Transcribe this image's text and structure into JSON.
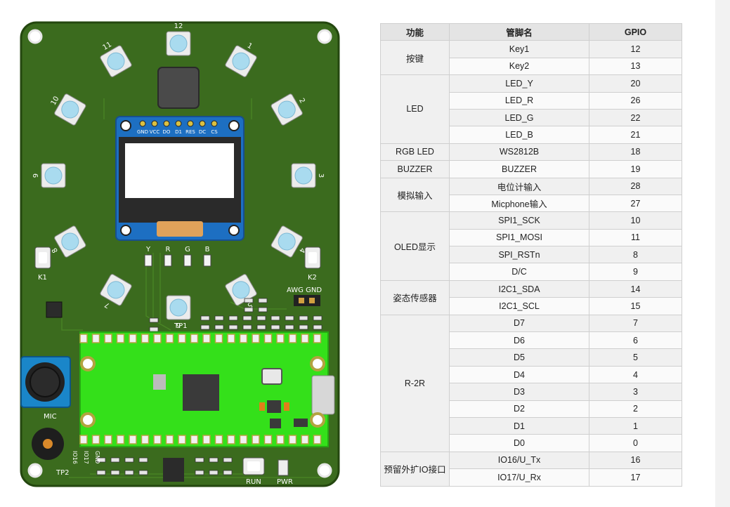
{
  "board": {
    "led_labels": [
      "12",
      "1",
      "2",
      "3",
      "4",
      "5",
      "6",
      "7",
      "8",
      "9",
      "10",
      "11"
    ],
    "oled_pins": [
      "GND",
      "VCC",
      "DO",
      "D1",
      "RES",
      "DC",
      "CS"
    ],
    "indicator_labels": [
      "Y",
      "R",
      "G",
      "B"
    ],
    "silkscreen": {
      "k1": "K1",
      "k2": "K2",
      "awg_gnd": "AWG GND",
      "tp1": "TP1",
      "mic": "MIC",
      "tp2": "TP2",
      "run": "RUN",
      "pwr": "PWR",
      "io16": "IO16",
      "io17": "IO17",
      "gnd": "GND"
    }
  },
  "table": {
    "headers": [
      "功能",
      "管脚名",
      "GPIO"
    ],
    "rows": [
      {
        "func": "按键",
        "span": 2,
        "pin": "Key1",
        "gpio": "12"
      },
      {
        "pin": "Key2",
        "gpio": "13"
      },
      {
        "func": "LED",
        "span": 4,
        "pin": "LED_Y",
        "gpio": "20"
      },
      {
        "pin": "LED_R",
        "gpio": "26"
      },
      {
        "pin": "LED_G",
        "gpio": "22"
      },
      {
        "pin": "LED_B",
        "gpio": "21"
      },
      {
        "func": "RGB LED",
        "span": 1,
        "pin": "WS2812B",
        "gpio": "18"
      },
      {
        "func": "BUZZER",
        "span": 1,
        "pin": "BUZZER",
        "gpio": "19"
      },
      {
        "func": "模拟输入",
        "span": 2,
        "pin": "电位计输入",
        "gpio": "28"
      },
      {
        "pin": "Micphone输入",
        "gpio": "27"
      },
      {
        "func": "OLED显示",
        "span": 4,
        "pin": "SPI1_SCK",
        "gpio": "10"
      },
      {
        "pin": "SPI1_MOSI",
        "gpio": "11"
      },
      {
        "pin": "SPI_RSTn",
        "gpio": "8"
      },
      {
        "pin": "D/C",
        "gpio": "9"
      },
      {
        "func": "姿态传感器",
        "span": 2,
        "pin": "I2C1_SDA",
        "gpio": "14"
      },
      {
        "pin": "I2C1_SCL",
        "gpio": "15"
      },
      {
        "func": "R-2R",
        "span": 8,
        "pin": "D7",
        "gpio": "7"
      },
      {
        "pin": "D6",
        "gpio": "6"
      },
      {
        "pin": "D5",
        "gpio": "5"
      },
      {
        "pin": "D4",
        "gpio": "4"
      },
      {
        "pin": "D3",
        "gpio": "3"
      },
      {
        "pin": "D2",
        "gpio": "2"
      },
      {
        "pin": "D1",
        "gpio": "1"
      },
      {
        "pin": "D0",
        "gpio": "0"
      },
      {
        "func": "预留外扩IO接口",
        "span": 2,
        "pin": "IO16/U_Tx",
        "gpio": "16"
      },
      {
        "pin": "IO17/U_Rx",
        "gpio": "17"
      }
    ]
  },
  "colors": {
    "pcb": "#3b6b1e",
    "pcb_edge": "#2b4f15",
    "pico": "#34e01a",
    "led": "#a9dbef",
    "oled_blue": "#1d6fc2",
    "pot_blue": "#1a86c9"
  }
}
